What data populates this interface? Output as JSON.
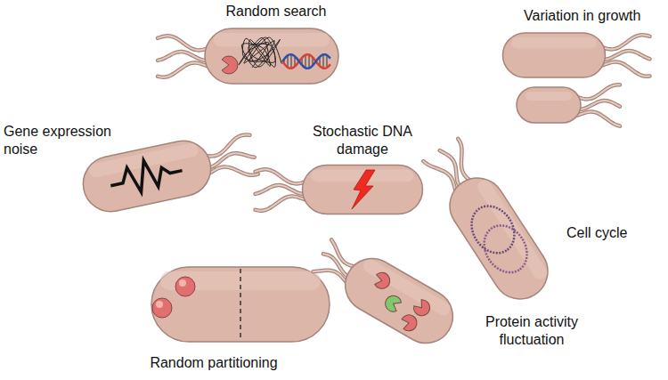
{
  "diagram": {
    "labels": [
      "Random search",
      "Variation in growth",
      "Gene expression noise",
      "Stochastic DNA damage",
      "Cell cycle",
      "Random partitioning",
      "Protein activity fluctuation"
    ]
  }
}
